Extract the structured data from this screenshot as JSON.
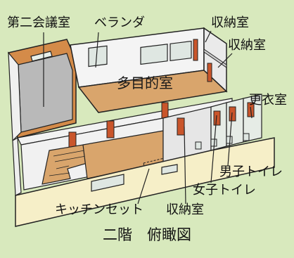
{
  "labels": {
    "conference_room": "第二会議室",
    "veranda": "ベランダ",
    "storage_1": "収納室",
    "storage_2": "収納室",
    "multipurpose_room": "多目的室",
    "changing_room": "更衣室",
    "mens_restroom": "男子トイレ",
    "womens_restroom": "女子トイレ",
    "kitchenette": "キッチンセット",
    "storage_3": "収納室"
  },
  "caption": "二階　俯瞰図",
  "colors": {
    "background": "#d8e9bd",
    "floor_wood": "#d9a56c",
    "wall_top": "#f2f2f2",
    "exterior_wall": "#f6efc8",
    "door": "#c9552b",
    "window": "#dfe7e2",
    "conference_floor": "#b9b9b9",
    "conference_wall": "#d48b49",
    "leader_line": "#222222"
  }
}
